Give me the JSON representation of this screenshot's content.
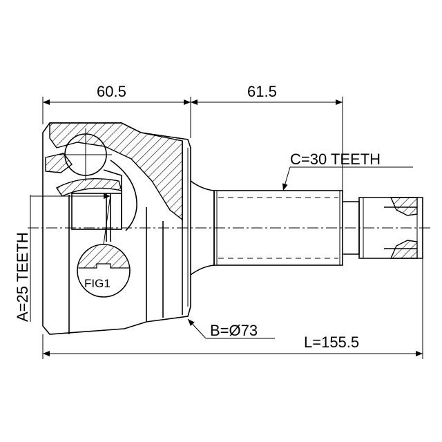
{
  "dimensions": {
    "top_left": "60.5",
    "top_right": "61.5",
    "spline_c": "C=30 TEETH",
    "spline_a": "A=25 TEETH",
    "diameter_b": "B=Ø73",
    "length_l": "L=155.5"
  },
  "figure_ref": "FIG1"
}
